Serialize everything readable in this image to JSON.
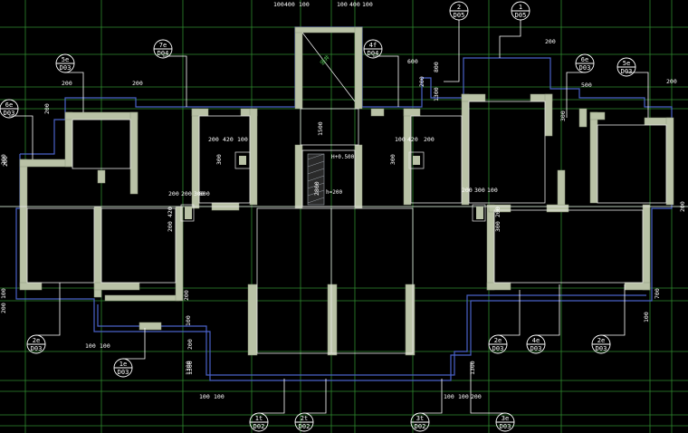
{
  "title": "",
  "colors": {
    "background": "#000000",
    "grid": "#2f8a2f",
    "wall": "#b9c2a6",
    "outline": "#4a62c8",
    "text": "#ffffff"
  },
  "tags": [
    {
      "id": "tag-1",
      "top": "2",
      "bottom": "D05"
    },
    {
      "id": "tag-2",
      "top": "1",
      "bottom": "D05"
    },
    {
      "id": "tag-3",
      "top": "7e",
      "bottom": "D04"
    },
    {
      "id": "tag-4",
      "top": "4f",
      "bottom": "D04"
    },
    {
      "id": "tag-5",
      "top": "5e",
      "bottom": "D03"
    },
    {
      "id": "tag-6",
      "top": "6e",
      "bottom": "D03"
    },
    {
      "id": "tag-7",
      "top": "5e",
      "bottom": "D03"
    },
    {
      "id": "tag-8",
      "top": "6e",
      "bottom": "D03"
    },
    {
      "id": "tag-9",
      "top": "2e",
      "bottom": "D03"
    },
    {
      "id": "tag-10",
      "top": "1e",
      "bottom": "D03"
    },
    {
      "id": "tag-11",
      "top": "2e",
      "bottom": "D03"
    },
    {
      "id": "tag-12",
      "top": "4e",
      "bottom": "D03"
    },
    {
      "id": "tag-13",
      "top": "2e",
      "bottom": "D03"
    },
    {
      "id": "tag-14",
      "top": "1t",
      "bottom": "D02"
    },
    {
      "id": "tag-15",
      "top": "2t",
      "bottom": "D02"
    },
    {
      "id": "tag-16",
      "top": "3t",
      "bottom": "D02"
    },
    {
      "id": "tag-17",
      "top": "3e",
      "bottom": "D03"
    }
  ],
  "dimensions": [
    "100",
    "400",
    "100",
    "100",
    "400",
    "100",
    "200",
    "600",
    "800",
    "1300",
    "200",
    "500",
    "200",
    "200",
    "200",
    "200",
    "200",
    "300",
    "200",
    "420",
    "100",
    "100",
    "420",
    "200",
    "300",
    "300",
    "200",
    "200",
    "300",
    "800",
    "200",
    "300",
    "100",
    "420",
    "200",
    "1500",
    "2800",
    "200",
    "300",
    "100",
    "200",
    "100",
    "1300",
    "100",
    "100",
    "200",
    "700",
    "1300",
    "100",
    "100",
    "1300",
    "100",
    "100",
    "200",
    "100",
    "200",
    "200",
    "200"
  ],
  "notes": {
    "stair_label": "H+0.500",
    "slab_label": "h=200",
    "shaft_label": "竖井"
  }
}
